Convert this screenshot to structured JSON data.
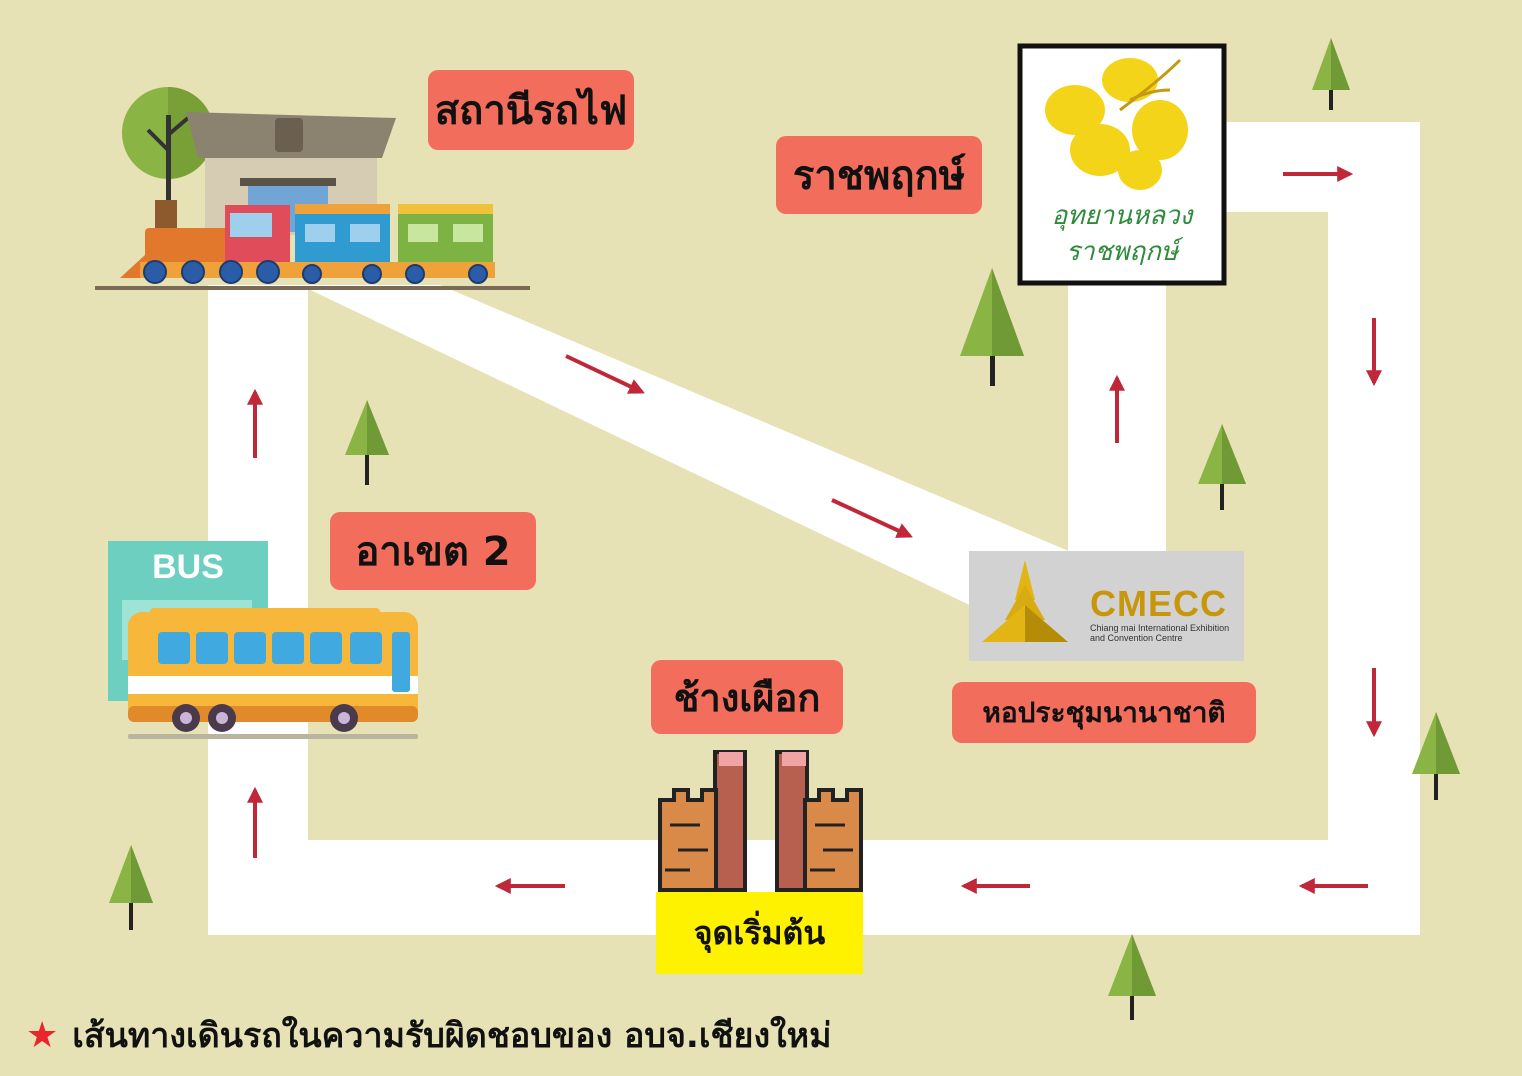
{
  "places": {
    "train_station": "สถานีรถไฟ",
    "ratchaphruek": "ราชพฤกษ์",
    "arcade2": "อาเขต 2",
    "chang_phueak": "ช้างเผือก",
    "convention_hall": "หอประชุมนานาชาติ",
    "start": "จุดเริ่มต้น"
  },
  "bus_sign": "BUS",
  "ratchaphruek_logo": {
    "line1": "อุทยานหลวง",
    "line2": "ราชพฤกษ์"
  },
  "cmecc_logo": {
    "title": "CMECC",
    "sub1": "Chiang mai International Exhibition",
    "sub2": "and Convention Centre"
  },
  "footer": {
    "icon": "star-icon",
    "text": "เส้นทางเดินรถในความรับผิดชอบของ อบจ.เชียงใหม่"
  },
  "colors": {
    "background": "#e6e2b6",
    "road": "#ffffff",
    "arrow": "#c0283a",
    "label": "#f26d5b",
    "start": "#fff200",
    "tree": "#7aa33b"
  }
}
